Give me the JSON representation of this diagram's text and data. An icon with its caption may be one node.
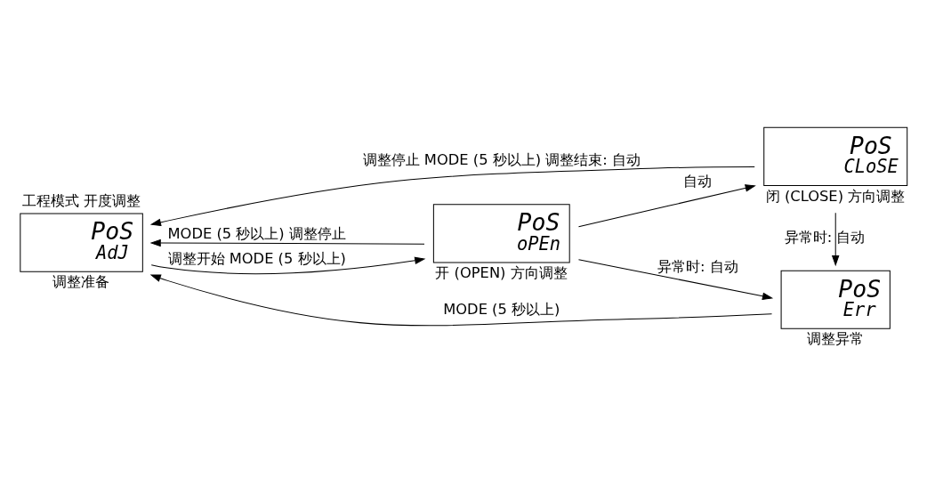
{
  "diagram": {
    "nodes": [
      {
        "text": [
          "工程模式 开度调整",
          "PoS",
          "AdJ"
        ],
        "beside": [
          "调整准备"
        ]
      },
      {
        "text": [
          "PoS",
          "oPEn"
        ],
        "beside": [
          "开 (OPEN) 方向调整"
        ]
      },
      {
        "text": [
          "PoS",
          "CLoSE"
        ],
        "beside": [
          "闭 (CLOSE) 方向调整"
        ]
      },
      {
        "text": [
          "PoS",
          "Err"
        ],
        "beside": [
          "调整异常"
        ]
      }
    ],
    "edges": [
      {
        "from": 0,
        "to": 1,
        "arrow": "to",
        "label": "调整开始 MODE (5 秒以上)"
      },
      {
        "from": 1,
        "to": 0,
        "arrow": "to",
        "label": "MODE (5 秒以上) 调整停止"
      },
      {
        "from": 1,
        "to": 2,
        "arrow": "to",
        "label": "自动"
      },
      {
        "from": 1,
        "to": 3,
        "arrow": "to",
        "label": "异常时: 自动"
      },
      {
        "from": 2,
        "to": 3,
        "arrow": "to",
        "label": "异常时: 自动"
      },
      {
        "from": 2,
        "to": 0,
        "arrow": "to",
        "label": "调整停止 MODE (5 秒以上) 调整结束: 自动"
      },
      {
        "from": 3,
        "to": 0,
        "arrow": "to",
        "label": "MODE (5 秒以上)"
      }
    ]
  }
}
